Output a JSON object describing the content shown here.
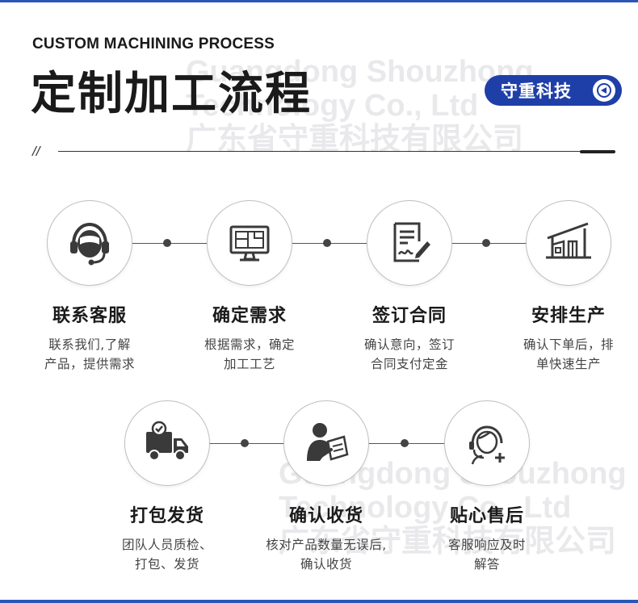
{
  "header": {
    "subtitle": "CUSTOM MACHINING PROCESS",
    "title": "定制加工流程",
    "brand_badge": "守重科技",
    "divider_mark": "//"
  },
  "watermark": {
    "line1": "Guangdong Shouzhong",
    "line2": "Technology Co., Ltd",
    "line3": "广东省守重科技有限公司"
  },
  "colors": {
    "accent": "#1f3fa8",
    "text": "#1a1a1a",
    "icon": "#3a3a3a",
    "circle_border": "#bfbfbf"
  },
  "steps": [
    {
      "icon": "headset-agent-icon",
      "title": "联系客服",
      "desc": [
        "联系我们,了解",
        "产品，提供需求"
      ]
    },
    {
      "icon": "blueprint-monitor-icon",
      "title": "确定需求",
      "desc": [
        "根据需求，确定",
        "加工工艺"
      ]
    },
    {
      "icon": "contract-sign-icon",
      "title": "签订合同",
      "desc": [
        "确认意向，签订",
        "合同支付定金"
      ]
    },
    {
      "icon": "factory-icon",
      "title": "安排生产",
      "desc": [
        "确认下单后，排",
        "单快速生产"
      ]
    },
    {
      "icon": "delivery-truck-icon",
      "title": "打包发货",
      "desc": [
        "团队人员质检、",
        "打包、发货"
      ]
    },
    {
      "icon": "signing-person-icon",
      "title": "确认收货",
      "desc": [
        "核对产品数量无误后,",
        "确认收货"
      ]
    },
    {
      "icon": "support-agent-icon",
      "title": "贴心售后",
      "desc": [
        "客服响应及时",
        "解答"
      ]
    }
  ]
}
